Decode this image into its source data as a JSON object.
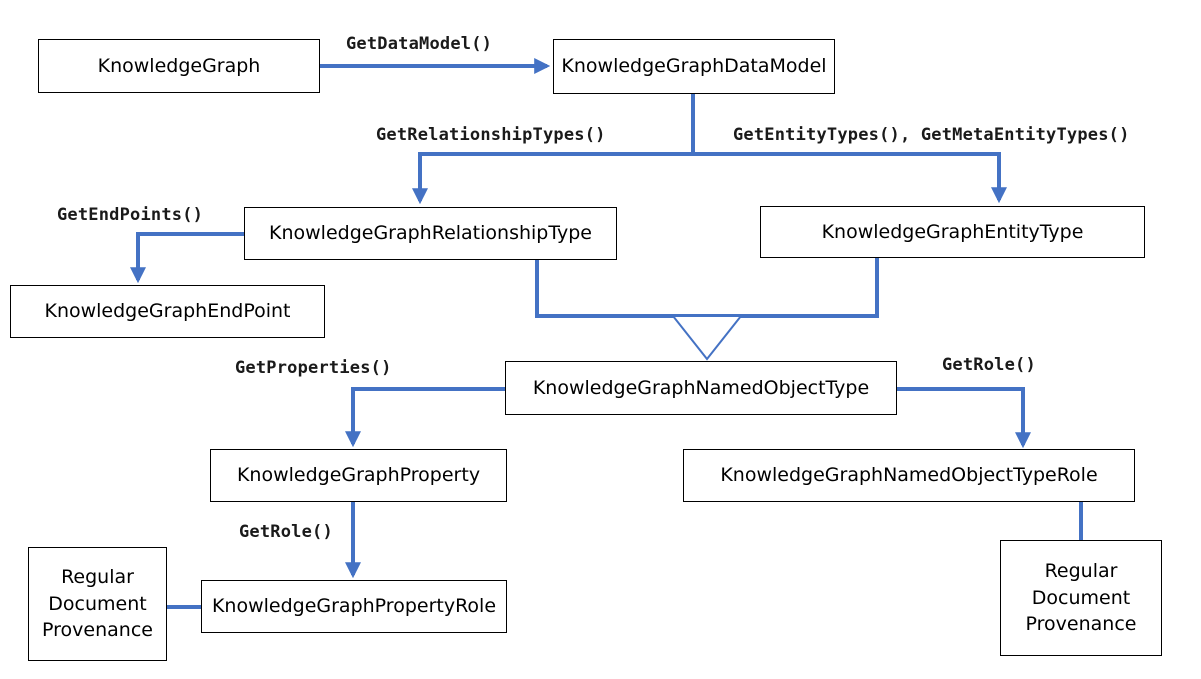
{
  "nodes": {
    "knowledge_graph": "KnowledgeGraph",
    "data_model": "KnowledgeGraphDataModel",
    "relationship_type": "KnowledgeGraphRelationshipType",
    "entity_type": "KnowledgeGraphEntityType",
    "end_point": "KnowledgeGraphEndPoint",
    "named_object_type": "KnowledgeGraphNamedObjectType",
    "property": "KnowledgeGraphProperty",
    "named_object_type_role": "KnowledgeGraphNamedObjectTypeRole",
    "property_role": "KnowledgeGraphPropertyRole",
    "provenance_left": [
      "Regular",
      "Document",
      "Provenance"
    ],
    "provenance_right": [
      "Regular",
      "Document",
      "Provenance"
    ]
  },
  "edges": {
    "get_data_model": "GetDataModel()",
    "get_relationship_types": "GetRelationshipTypes()",
    "get_entity_types": "GetEntityTypes(), GetMetaEntityTypes()",
    "get_end_points": "GetEndPoints()",
    "get_properties": "GetProperties()",
    "get_role_named": "GetRole()",
    "get_role_property": "GetRole()"
  },
  "colors": {
    "connector": "#4472C4",
    "border": "#000000",
    "text": "#000000"
  }
}
